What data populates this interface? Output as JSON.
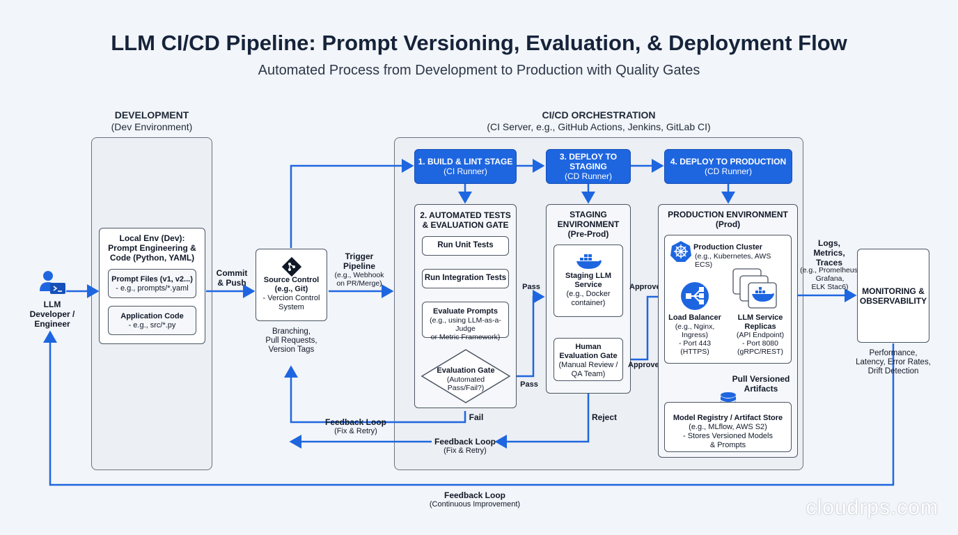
{
  "title": "LLM CI/CD Pipeline: Prompt Versioning, Evaluation, & Deployment Flow",
  "subtitle": "Automated Process from Development to Production with Quality Gates",
  "development": {
    "title": "DEVELOPMENT",
    "subtitle": "(Dev Environment)",
    "local_env": "Local Env (Dev):\nPrompt Engineering &\nCode (Python, YAML)",
    "prompt_files_title": "Prompt Files (v1, v2...)",
    "prompt_files_sub": "- e.g., prompts/*.yaml",
    "app_code_title": "Application Code",
    "app_code_sub": "- e.g., src/*.py"
  },
  "developer": {
    "label": "LLM\nDeveloper /\nEngineer"
  },
  "commit_push": "Commit\n& Push",
  "source_control": {
    "title": "Source Control\n(e.g., Git)",
    "sub": "- Vercion Control\nSystem",
    "below": "Branching,\nPull Requests,\nVersion Tags"
  },
  "trigger": {
    "title": "Trigger\nPipeline",
    "sub": "(e.g., Webhook\non PR/Merge)"
  },
  "cicd": {
    "title": "CI/CD ORCHESTRATION",
    "subtitle": "(CI Server, e.g., GitHub Actions, Jenkins, GitLab CI)",
    "build_title": "1. BUILD & LINT STAGE",
    "build_sub": "(CI Runner)",
    "deploy_staging_title": "3. DEPLOY TO\nSTAGING",
    "deploy_staging_sub": "(CD Runner)",
    "deploy_prod_title": "4. DEPLOY TO PRODUCTION",
    "deploy_prod_sub": "(CD Runner)"
  },
  "tests": {
    "title": "2. AUTOMATED TESTS\n& EVALUATION GATE",
    "unit": "Run Unit Tests",
    "integration": "Run Integration Tests",
    "eval_title": "Evaluate Prompts",
    "eval_sub": "(e.g., using LLM-as-a-Judge\nor Metric Framework)",
    "gate_title": "Evaluation Gate",
    "gate_sub": "(Automated\nPass/Fail?)",
    "fail": "Fail",
    "pass_top": "Pass",
    "pass_bottom": "Pass"
  },
  "staging": {
    "title": "STAGING\nENVIRONMENT\n(Pre-Prod)",
    "service_title": "Staging LLM\nService",
    "service_sub": "(e.g., Docker\ncontainer)",
    "human_title": "Human\nEvaluation Gate",
    "human_sub": "(Manual Review /\nQA Team)",
    "approve_top": "Approve",
    "approve_bottom": "Approve",
    "reject": "Reject"
  },
  "production": {
    "title": "PRODUCTION ENVIRONMENT\n(Prod)",
    "cluster_title": "Production Cluster",
    "cluster_sub": "(e.g., Kubernetes, AWS ECS)",
    "lb_title": "Load Balancer",
    "lb_sub": "(e.g., Nginx,\nIngress)\n- Port 443\n(HTTPS)",
    "replicas_title": "LLM Service\nReplicas",
    "replicas_sub": "(API Endpoint)\n- Port 8080\n(gRPC/REST)",
    "pull_artifacts": "Pull Versioned\nArtifacts",
    "registry_title": "Model Registry / Artifact Store",
    "registry_sub": "(e.g., MLflow, AWS S2)\n- Stores Versioned Models\n& Prompts"
  },
  "logs": {
    "title": "Logs,\nMetrics,\nTraces",
    "sub": "(e.g., Promelheus,\nGrafana,\nELK Stac6)"
  },
  "monitoring": {
    "title": "MONITORING &\nOBSERVABILITY",
    "below": "Performance,\nLatency, Error Rates,\nDrift Detection"
  },
  "feedback1": {
    "title": "Feedback Loop",
    "sub": "(Fix & Retry)"
  },
  "feedback2": {
    "title": "Feedback Loop",
    "sub": "(Fix & Retry)"
  },
  "feedback3": {
    "title": "Feedback Loop",
    "sub": "(Continuous Improvement)"
  },
  "watermark": "cloudrps.com",
  "colors": {
    "accent": "#1e66e0",
    "arrow": "#1e66e0",
    "background": "#f2f5f9"
  },
  "icons": [
    "developer-icon",
    "git-icon",
    "docker-icon",
    "kubernetes-icon",
    "load-balancer-icon",
    "database-icon"
  ]
}
